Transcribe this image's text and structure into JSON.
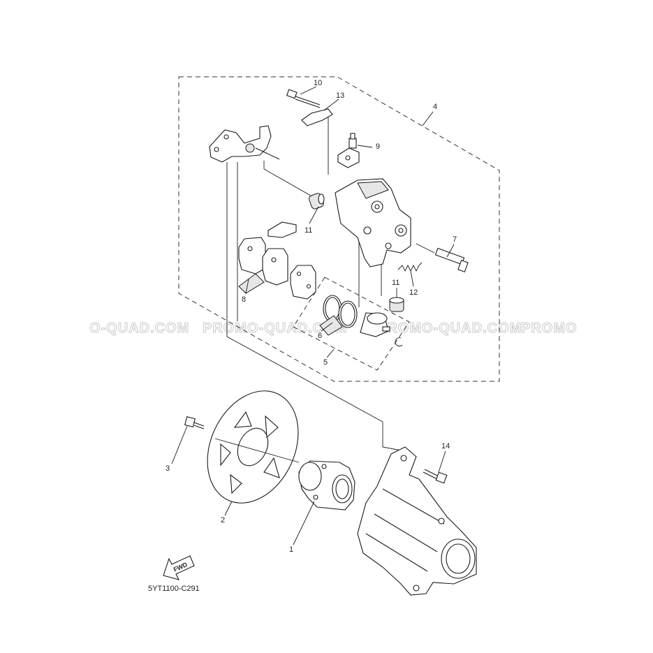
{
  "watermarks": [
    "O-QUAD.COM",
    "PROMO-QUAD.COM",
    "PROMO-QUAD.COM",
    "PROMO"
  ],
  "callouts": {
    "c1": "1",
    "c2": "2",
    "c3": "3",
    "c4": "4",
    "c5": "5",
    "c6": "6",
    "c7": "7",
    "c8": "8",
    "c9": "9",
    "c10": "10",
    "c11a": "11",
    "c11b": "11",
    "c12": "12",
    "c13": "13",
    "c14": "14"
  },
  "fwd_label": "FWD",
  "diagram_code": "5YT1100-C291",
  "colors": {
    "line": "#1a1a1a",
    "watermark": "#c9c9c9",
    "shade": "#e6e6e6"
  }
}
